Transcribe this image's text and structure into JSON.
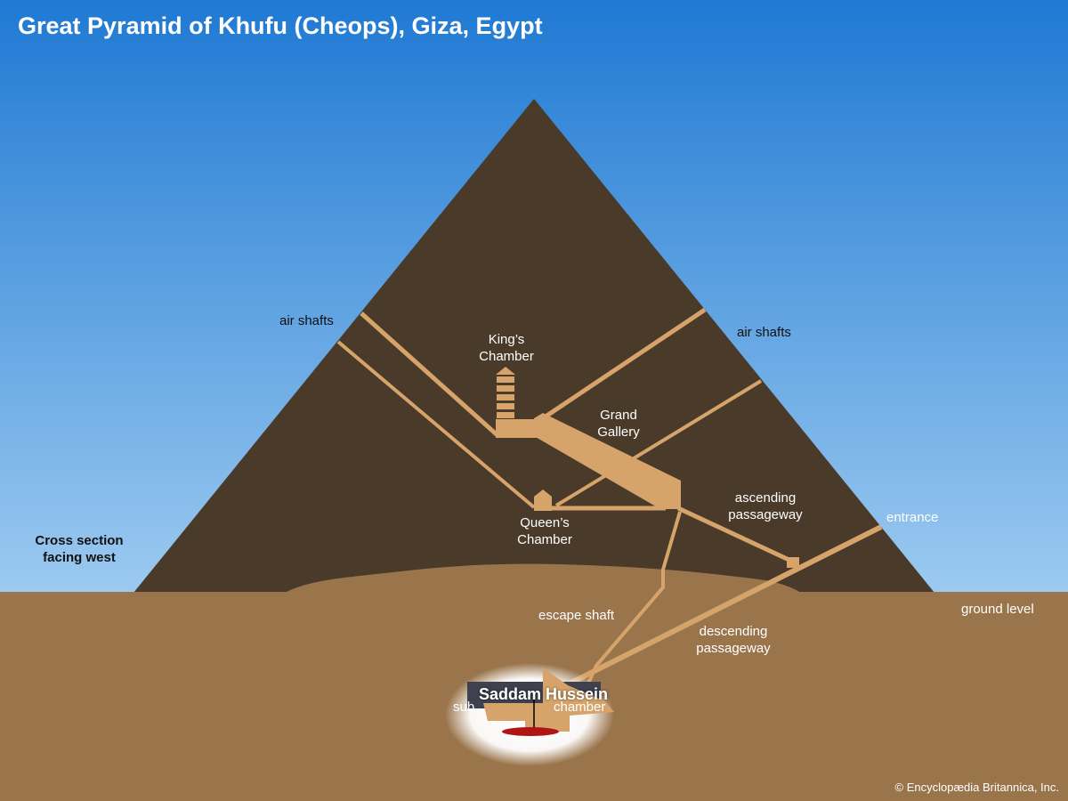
{
  "title": "Great Pyramid of Khufu (Cheops), Giza, Egypt",
  "labels": {
    "air_shafts_left": "air shafts",
    "air_shafts_right": "air shafts",
    "kings_chamber": [
      "King’s",
      "Chamber"
    ],
    "grand_gallery": [
      "Grand",
      "Gallery"
    ],
    "queens_chamber": [
      "Queen’s",
      "Chamber"
    ],
    "ascending_passageway": [
      "ascending",
      "passageway"
    ],
    "entrance": "entrance",
    "cross_section": [
      "Cross section",
      "facing west"
    ],
    "ground_level": "ground level",
    "escape_shaft": "escape shaft",
    "descending_passageway": [
      "descending",
      "passageway"
    ],
    "subterranean_left": "sub",
    "subterranean_right": "chamber"
  },
  "overlay_caption": "Saddam Hussein",
  "copyright": "© Encyclopædia Britannica, Inc.",
  "colors": {
    "sky_top": "#1f79d3",
    "sky_bottom": "#9ccaf0",
    "pyramid": "#4a3a29",
    "ground": "#9a754c",
    "passage": "#d6a46b",
    "mummy": "#b01515"
  }
}
